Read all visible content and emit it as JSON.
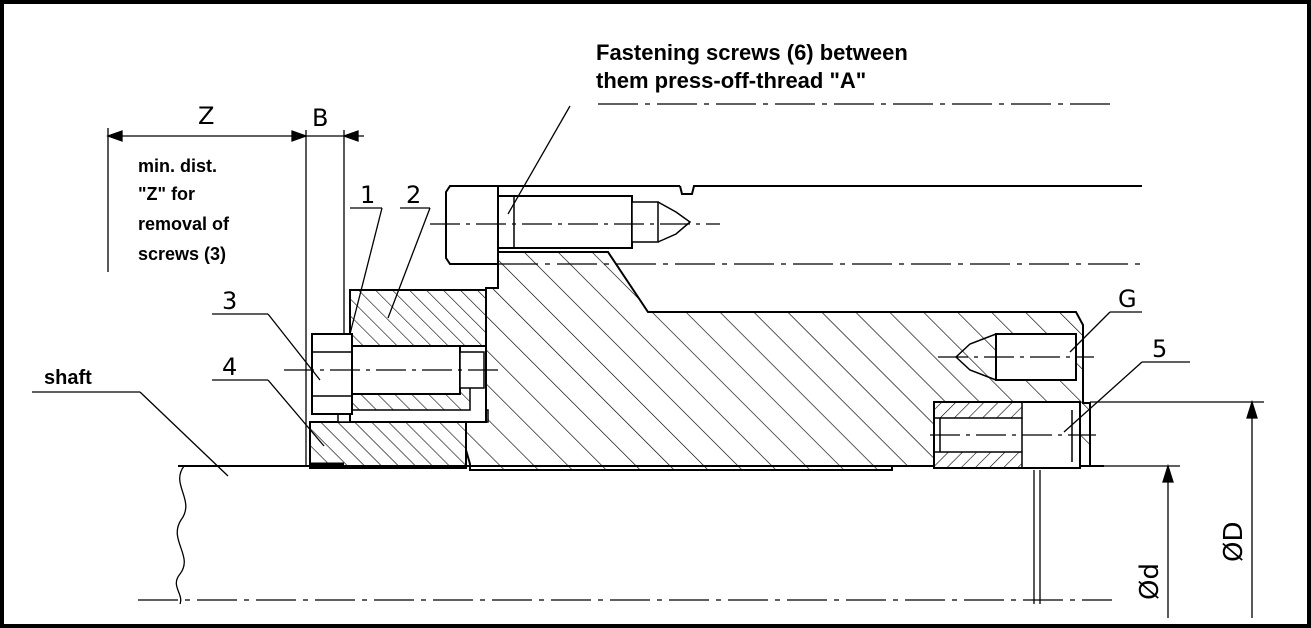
{
  "annotations": {
    "top_note_line1": "Fastening screws (6) between",
    "top_note_line2": "them press-off-thread \"A\"",
    "side_note_line1": "min. dist.",
    "side_note_line2": "\"Z\" for",
    "side_note_line3": "removal of",
    "side_note_line4": "screws (3)",
    "shaft_label": "shaft"
  },
  "dimensions": {
    "z": "Z",
    "b": "B",
    "od_small": "Ød",
    "od_large": "ØD"
  },
  "part_numbers": {
    "p1": "1",
    "p2": "2",
    "p3": "3",
    "p4": "4",
    "p5": "5",
    "pg": "G"
  },
  "colors": {
    "line": "#000000",
    "background": "#ffffff"
  }
}
